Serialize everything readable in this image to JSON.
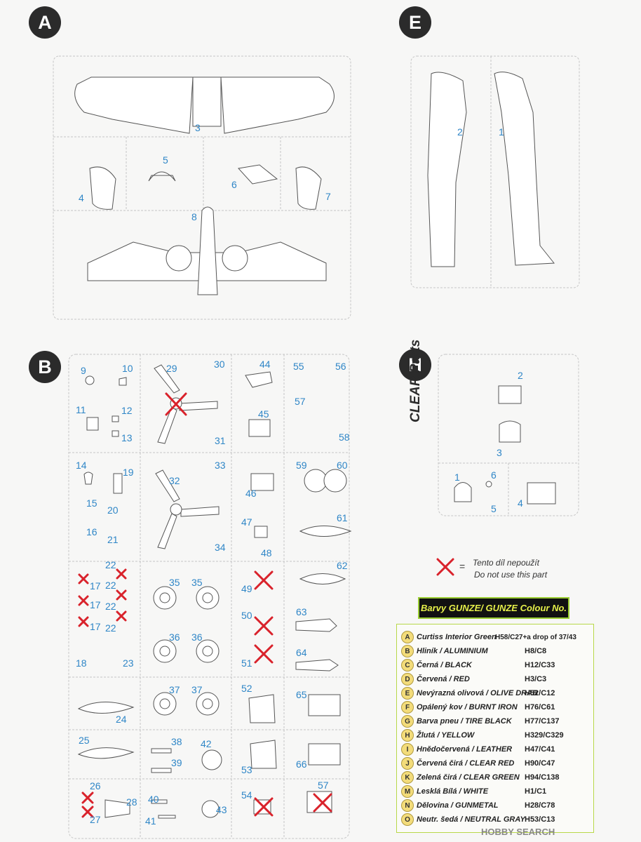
{
  "sprues": {
    "a": {
      "letter": "A",
      "numbers": [
        "3",
        "5",
        "4",
        "6",
        "7",
        "8"
      ]
    },
    "e": {
      "letter": "E",
      "numbers": [
        "2",
        "1"
      ]
    },
    "b": {
      "letter": "B",
      "numbers": [
        "9",
        "10",
        "29",
        "30",
        "44",
        "55",
        "56",
        "11",
        "12",
        "13",
        "45",
        "57",
        "31",
        "58",
        "14",
        "19",
        "33",
        "59",
        "60",
        "32",
        "46",
        "15",
        "20",
        "16",
        "47",
        "61",
        "21",
        "48",
        "34",
        "22",
        "49",
        "62",
        "17",
        "22",
        "35",
        "35",
        "17",
        "22",
        "63",
        "17",
        "22",
        "50",
        "18",
        "23",
        "36",
        "36",
        "51",
        "64",
        "37",
        "37",
        "52",
        "65",
        "24",
        "25",
        "38",
        "42",
        "39",
        "53",
        "66",
        "40",
        "57",
        "26",
        "28",
        "54",
        "27",
        "41",
        "43"
      ]
    },
    "h": {
      "letter": "H",
      "title": "CLEAR Parts",
      "numbers": [
        "2",
        "3",
        "1",
        "6",
        "5",
        "4"
      ]
    }
  },
  "legend": {
    "cz": "Tento díl nepoužít",
    "en": "Do not use this part",
    "symbol": "="
  },
  "colours": {
    "header": "Barvy GUNZE/ GUNZE Colour No.",
    "rows": [
      {
        "letter": "A",
        "name": "Curtiss Interior Green",
        "code": "H58/C27+a drop of 37/43"
      },
      {
        "letter": "B",
        "name": "Hliník / ALUMINIUM",
        "code": "H8/C8"
      },
      {
        "letter": "C",
        "name": "Černá / BLACK",
        "code": "H12/C33"
      },
      {
        "letter": "D",
        "name": "Červená / RED",
        "code": "H3/C3"
      },
      {
        "letter": "E",
        "name": "Nevýrazná olivová / OLIVE DRAB",
        "code": "H52/C12"
      },
      {
        "letter": "F",
        "name": "Opálený kov / BURNT IRON",
        "code": "H76/C61"
      },
      {
        "letter": "G",
        "name": "Barva pneu / TIRE BLACK",
        "code": "H77/C137"
      },
      {
        "letter": "H",
        "name": "Žlutá / YELLOW",
        "code": "H329/C329"
      },
      {
        "letter": "I",
        "name": "Hnědočervená / LEATHER",
        "code": "H47/C41"
      },
      {
        "letter": "J",
        "name": "Červená čirá / CLEAR RED",
        "code": "H90/C47"
      },
      {
        "letter": "K",
        "name": "Zelená čirá / CLEAR GREEN",
        "code": "H94/C138"
      },
      {
        "letter": "M",
        "name": "Lesklá Bílá / WHITE",
        "code": "H1/C1"
      },
      {
        "letter": "N",
        "name": "Dělovina / GUNMETAL",
        "code": "H28/C78"
      },
      {
        "letter": "O",
        "name": "Neutr. šedá / NEUTRAL GRAY",
        "code": "H53/C13"
      }
    ]
  },
  "watermark": "HOBBY SEARCH"
}
